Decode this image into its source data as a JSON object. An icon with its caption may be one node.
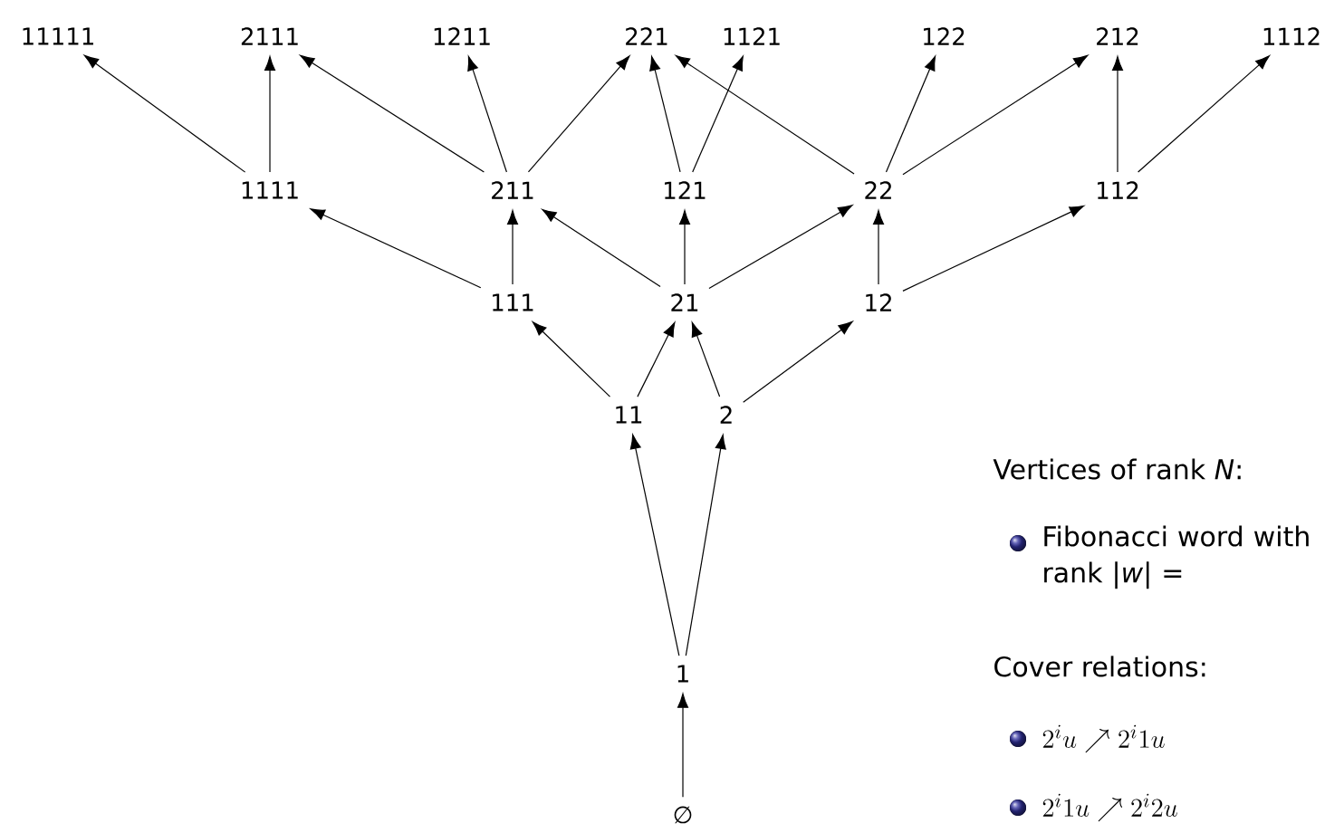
{
  "diagram": {
    "nodes": [
      {
        "text": [
          "11111"
        ]
      },
      {
        "text": [
          "2111"
        ]
      },
      {
        "text": [
          "1211"
        ]
      },
      {
        "text": [
          "221"
        ]
      },
      {
        "text": [
          "1121"
        ]
      },
      {
        "text": [
          "122"
        ]
      },
      {
        "text": [
          "212"
        ]
      },
      {
        "text": [
          "1112"
        ]
      },
      {
        "text": [
          "1111"
        ]
      },
      {
        "text": [
          "211"
        ]
      },
      {
        "text": [
          "121"
        ]
      },
      {
        "text": [
          "22"
        ]
      },
      {
        "text": [
          "112"
        ]
      },
      {
        "text": [
          "111"
        ]
      },
      {
        "text": [
          "21"
        ]
      },
      {
        "text": [
          "12"
        ]
      },
      {
        "text": [
          "11"
        ]
      },
      {
        "text": [
          "2"
        ]
      },
      {
        "text": [
          "1"
        ]
      },
      {
        "text": [
          "∅"
        ]
      }
    ],
    "edges": [
      {
        "from": 19,
        "to": 18,
        "arrow": "to"
      },
      {
        "from": 18,
        "to": 16,
        "arrow": "to"
      },
      {
        "from": 18,
        "to": 17,
        "arrow": "to"
      },
      {
        "from": 16,
        "to": 13,
        "arrow": "to"
      },
      {
        "from": 16,
        "to": 14,
        "arrow": "to"
      },
      {
        "from": 17,
        "to": 14,
        "arrow": "to"
      },
      {
        "from": 17,
        "to": 15,
        "arrow": "to"
      },
      {
        "from": 13,
        "to": 8,
        "arrow": "to"
      },
      {
        "from": 13,
        "to": 9,
        "arrow": "to"
      },
      {
        "from": 14,
        "to": 9,
        "arrow": "to"
      },
      {
        "from": 14,
        "to": 10,
        "arrow": "to"
      },
      {
        "from": 14,
        "to": 11,
        "arrow": "to"
      },
      {
        "from": 15,
        "to": 11,
        "arrow": "to"
      },
      {
        "from": 15,
        "to": 12,
        "arrow": "to"
      },
      {
        "from": 8,
        "to": 0,
        "arrow": "to"
      },
      {
        "from": 8,
        "to": 1,
        "arrow": "to"
      },
      {
        "from": 9,
        "to": 1,
        "arrow": "to"
      },
      {
        "from": 9,
        "to": 2,
        "arrow": "to"
      },
      {
        "from": 9,
        "to": 3,
        "arrow": "to"
      },
      {
        "from": 10,
        "to": 3,
        "arrow": "to"
      },
      {
        "from": 10,
        "to": 4,
        "arrow": "to"
      },
      {
        "from": 11,
        "to": 3,
        "arrow": "to"
      },
      {
        "from": 11,
        "to": 5,
        "arrow": "to"
      },
      {
        "from": 11,
        "to": 6,
        "arrow": "to"
      },
      {
        "from": 12,
        "to": 6,
        "arrow": "to"
      },
      {
        "from": 12,
        "to": 7,
        "arrow": "to"
      }
    ],
    "labels": [
      "Vertices of rank *N*:",
      "Fibonacci word with rank |*w*| =",
      "Cover relations:",
      "2^iu \\nearrow 2^i1u",
      "2^i1u \\nearrow 2^i2u"
    ]
  }
}
